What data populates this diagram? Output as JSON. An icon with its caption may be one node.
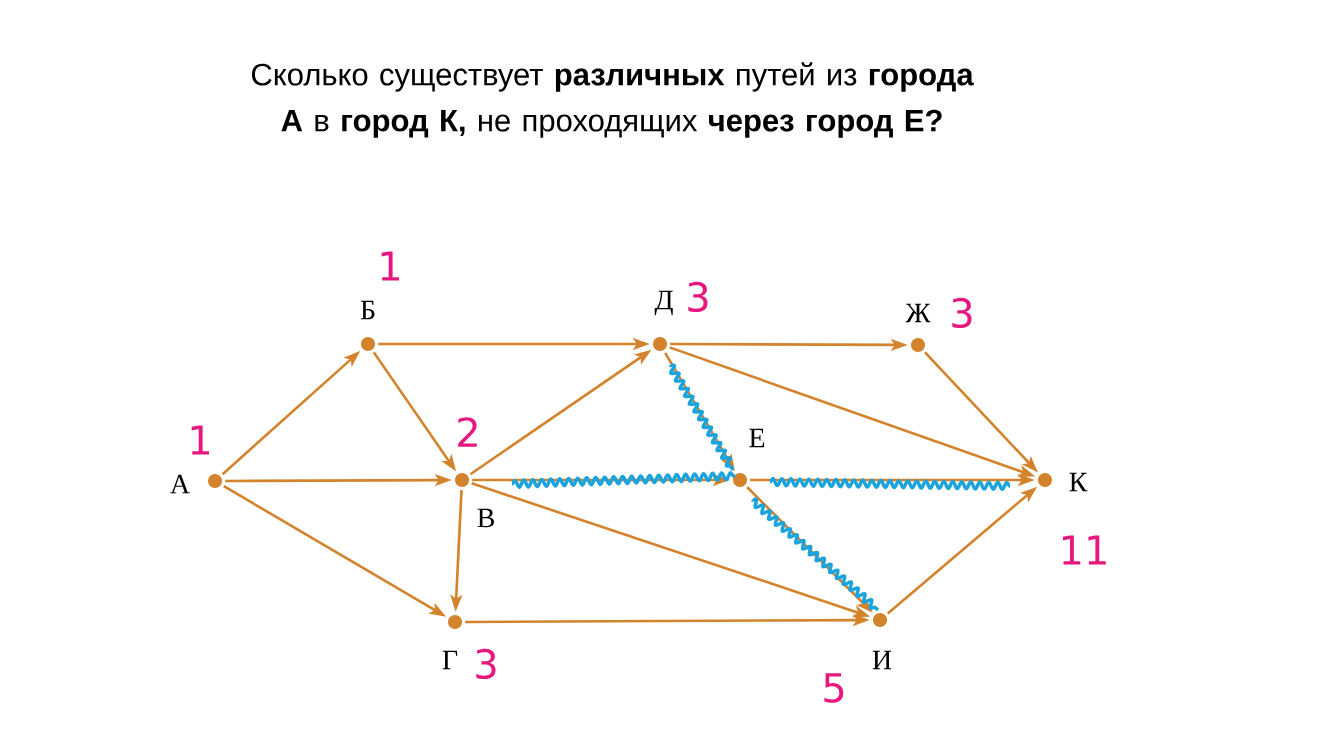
{
  "diagram": {
    "title": "Сколько существует **различных** путей из **города А** в **город К,** не проходящих **через город Е?**",
    "nodes": [
      {
        "text": [
          "А"
        ],
        "beside": [
          "1"
        ]
      },
      {
        "text": [
          "Б"
        ],
        "beside": [
          "1"
        ]
      },
      {
        "text": [
          "В"
        ],
        "beside": [
          "2"
        ]
      },
      {
        "text": [
          "Г"
        ],
        "beside": [
          "3"
        ]
      },
      {
        "text": [
          "Д"
        ],
        "beside": [
          "3"
        ]
      },
      {
        "text": [
          "Ж"
        ],
        "beside": [
          "3"
        ]
      },
      {
        "text": [
          "Е"
        ]
      },
      {
        "text": [
          "И"
        ],
        "beside": [
          "5"
        ]
      },
      {
        "text": [
          "К"
        ],
        "beside": [
          "11"
        ]
      }
    ],
    "edges": [
      {
        "from": 0,
        "to": 1,
        "arrow": "to"
      },
      {
        "from": 0,
        "to": 2,
        "arrow": "to"
      },
      {
        "from": 0,
        "to": 3,
        "arrow": "to"
      },
      {
        "from": 1,
        "to": 4,
        "arrow": "to"
      },
      {
        "from": 1,
        "to": 2,
        "arrow": "to"
      },
      {
        "from": 2,
        "to": 4,
        "arrow": "to"
      },
      {
        "from": 2,
        "to": 6,
        "arrow": "to"
      },
      {
        "from": 2,
        "to": 7,
        "arrow": "to"
      },
      {
        "from": 2,
        "to": 3,
        "arrow": "to"
      },
      {
        "from": 3,
        "to": 7,
        "arrow": "to"
      },
      {
        "from": 4,
        "to": 5,
        "arrow": "to"
      },
      {
        "from": 4,
        "to": 8,
        "arrow": "to"
      },
      {
        "from": 4,
        "to": 6,
        "arrow": "to"
      },
      {
        "from": 5,
        "to": 8,
        "arrow": "to"
      },
      {
        "from": 6,
        "to": 8,
        "arrow": "to"
      },
      {
        "from": 6,
        "to": 7,
        "arrow": "to"
      },
      {
        "from": 7,
        "to": 8,
        "arrow": "to"
      }
    ]
  }
}
